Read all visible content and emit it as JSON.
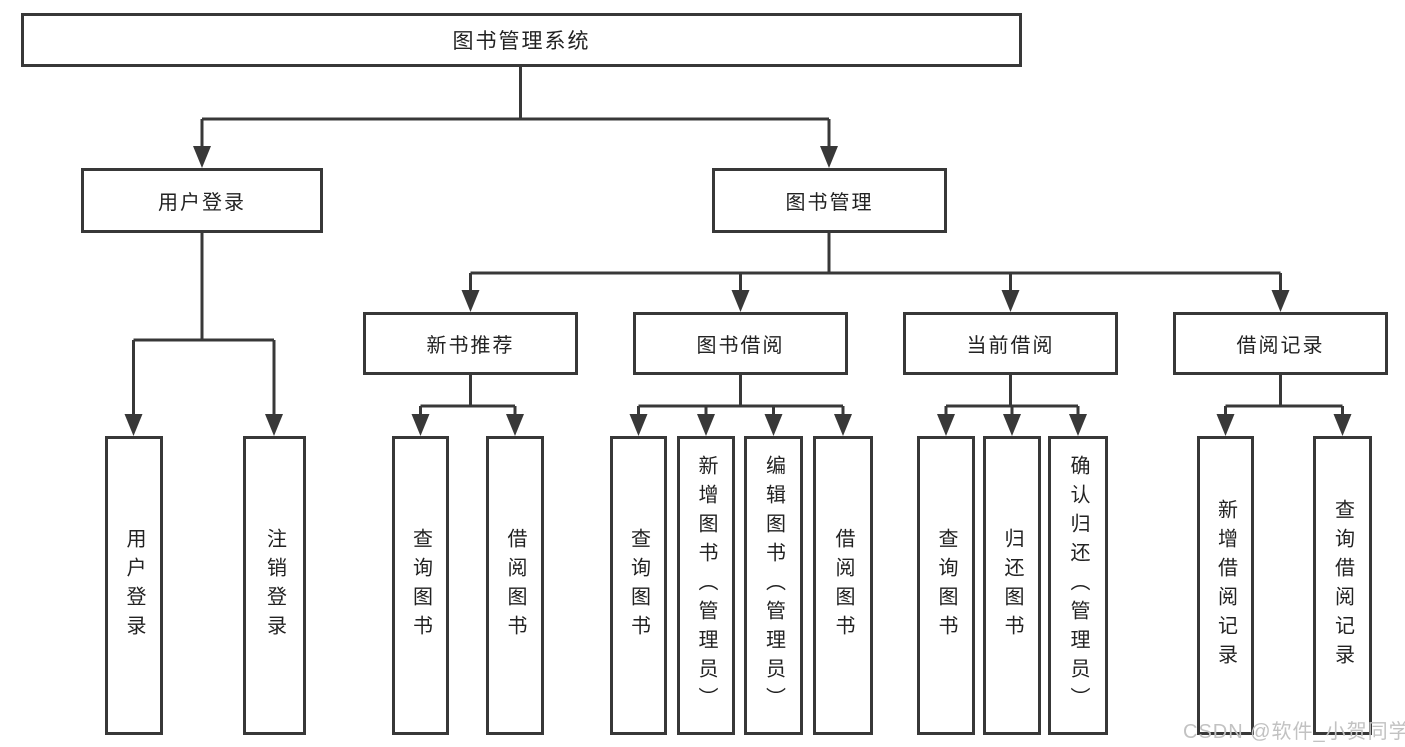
{
  "tree": {
    "root": {
      "label": "图书管理系统"
    },
    "branches": [
      {
        "label": "用户登录",
        "children": [
          {
            "label": "用户登录"
          },
          {
            "label": "注销登录"
          }
        ]
      },
      {
        "label": "图书管理",
        "children": [
          {
            "label": "新书推荐",
            "children": [
              {
                "label": "查询图书"
              },
              {
                "label": "借阅图书"
              }
            ]
          },
          {
            "label": "图书借阅",
            "children": [
              {
                "label": "查询图书"
              },
              {
                "label": "新增图书（管理员）"
              },
              {
                "label": "编辑图书（管理员）"
              },
              {
                "label": "借阅图书"
              }
            ]
          },
          {
            "label": "当前借阅",
            "children": [
              {
                "label": "查询图书"
              },
              {
                "label": "归还图书"
              },
              {
                "label": "确认归还（管理员）"
              }
            ]
          },
          {
            "label": "借阅记录",
            "children": [
              {
                "label": "新增借阅记录"
              },
              {
                "label": "查询借阅记录"
              }
            ]
          }
        ]
      }
    ]
  },
  "watermark": {
    "text": "CSDN @软件_小贺同学",
    "color": "#c2c2c2"
  },
  "colors": {
    "line": "#383838",
    "box_border": "#383838",
    "box_background": "#ffffff",
    "text": "#222222",
    "page_background": "#ffffff"
  }
}
